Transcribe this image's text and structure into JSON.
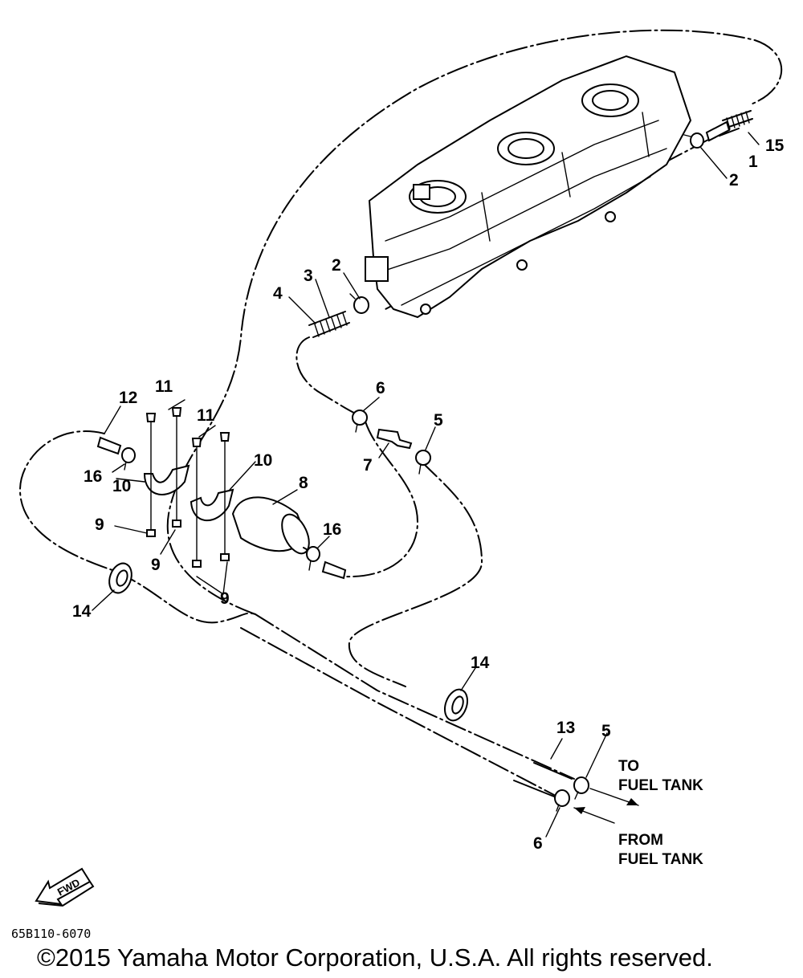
{
  "callouts": {
    "c1": "1",
    "c2a": "2",
    "c2b": "2",
    "c3": "3",
    "c4": "4",
    "c5a": "5",
    "c5b": "5",
    "c6a": "6",
    "c6b": "6",
    "c7": "7",
    "c8": "8",
    "c9a": "9",
    "c9b": "9",
    "c9c": "9",
    "c10a": "10",
    "c10b": "10",
    "c11a": "11",
    "c11b": "11",
    "c12": "12",
    "c13": "13",
    "c14a": "14",
    "c14b": "14",
    "c15": "15",
    "c16a": "16",
    "c16b": "16"
  },
  "directions": {
    "to_line1": "TO",
    "to_line2": "FUEL TANK",
    "from_line1": "FROM",
    "from_line2": "FUEL TANK"
  },
  "fwd_label": "FWD",
  "diagram_code": "65B110-6070",
  "copyright": "©2015 Yamaha Motor Corporation, U.S.A. All rights reserved."
}
